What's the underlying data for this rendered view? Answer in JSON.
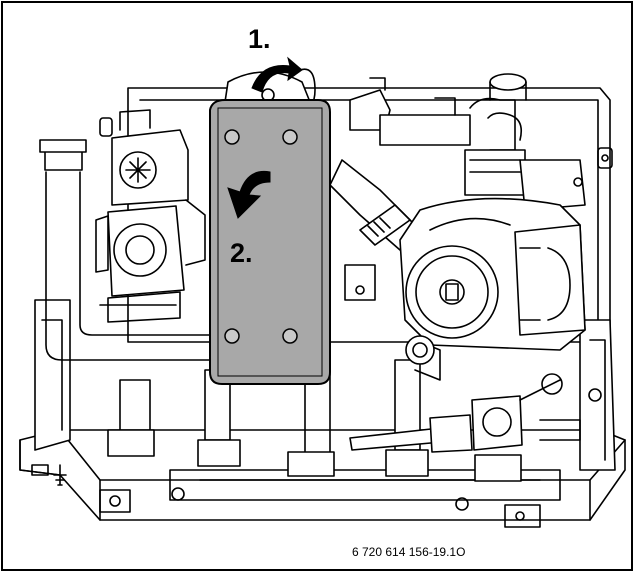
{
  "figure": {
    "step_1_label": "1.",
    "step_2_label": "2.",
    "part_code": "6 720 614 156-19.1O"
  },
  "colors": {
    "line": "#000000",
    "background": "#ffffff",
    "heat_exchanger_fill": "#a8a8a8",
    "arrow_fill": "#000000"
  }
}
